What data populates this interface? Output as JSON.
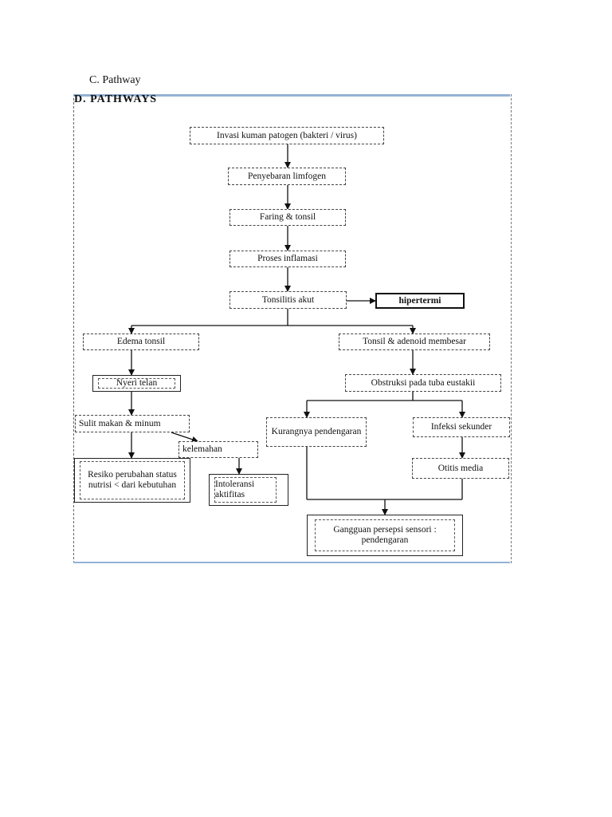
{
  "heading": "C.  Pathway",
  "diagram_title": "D. PATHWAYS",
  "nodes": {
    "invasi": "Invasi kuman patogen (bakteri / virus)",
    "penyebaran": "Penyebaran limfogen",
    "faring": "Faring & tonsil",
    "proses": "Proses inflamasi",
    "tonsilitis": "Tonsilitis akut",
    "hipertermi": "hipertermi",
    "edema": "Edema tonsil",
    "tonsil_adenoid": "Tonsil & adenoid membesar",
    "nyeri": "Nyeri telan",
    "obstruksi": "Obstruksi pada tuba eustakii",
    "sulit": "Sulit makan  & minum",
    "kurangnya": "Kurangnya pendengaran",
    "infeksi": "Infeksi sekunder",
    "kelemahan": "kelemahan",
    "otitis": "Otitis media",
    "resiko": "Resiko perubahan status nutrisi < dari kebutuhan",
    "intoleransi": "Intoleransi aktifitas",
    "gangguan": "Gangguan persepsi sensori : pendengaran"
  }
}
